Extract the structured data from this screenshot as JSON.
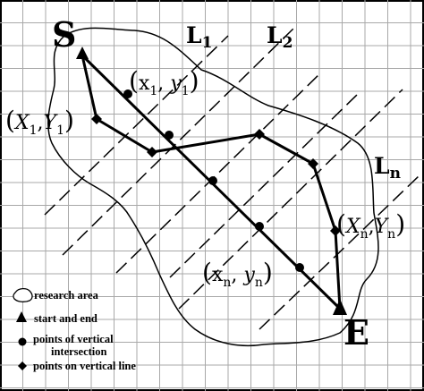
{
  "labels": {
    "start": "S",
    "end": "E",
    "line_1": "L",
    "line_1_sub": "1",
    "line_2": "L",
    "line_2_sub": "2",
    "line_n": "L",
    "line_n_sub": "n"
  },
  "coordinates": {
    "intersection_first": {
      "open": "(",
      "x": "x",
      "x_sub": "1",
      "comma": ", ",
      "y": "y",
      "y_sub": "1",
      "close": ")"
    },
    "vertical_first": {
      "open": "(",
      "x": "X",
      "x_sub": "1",
      "comma": ",",
      "y": "Y",
      "y_sub": "1",
      "close": ")"
    },
    "vertical_nth": {
      "open": "(",
      "x": "X",
      "x_sub": "n",
      "comma": ",",
      "y": "Y",
      "y_sub": "n",
      "close": ")"
    },
    "intersection_nth": {
      "open": "(",
      "x": "x",
      "x_sub": "n",
      "comma": ", ",
      "y": "y",
      "y_sub": "n",
      "close": ")"
    }
  },
  "legend": {
    "research_area": "research area",
    "start_end": "start and end",
    "intersection_line1": "points of vertical",
    "intersection_line2": "intersection",
    "vertical_points": "points on vertical line"
  },
  "colors": {
    "stroke": "#000000",
    "grid": "#a8a8a8",
    "background": "#ffffff"
  }
}
